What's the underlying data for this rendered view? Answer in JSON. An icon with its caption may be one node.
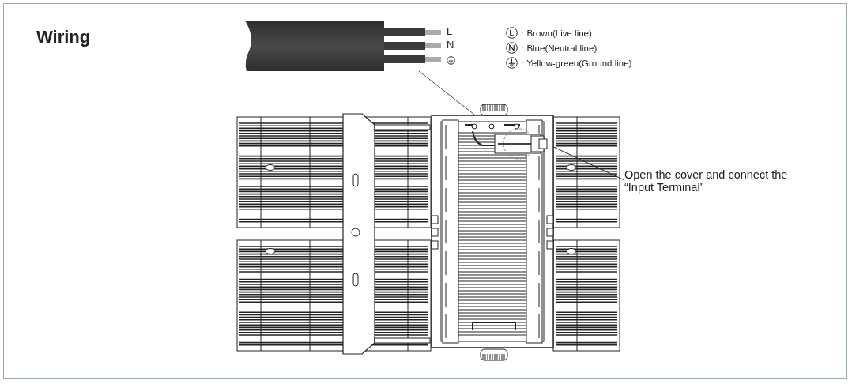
{
  "diagram": {
    "title": "Wiring",
    "nodes": [
      {
        "text": [],
        "shape": "picture"
      },
      {
        "text": [],
        "shape": "picture"
      },
      {
        "text": [],
        "shape": "box",
        "in": 1
      },
      {
        "text": [
          "Open the cover and connect the “Input Terminal”"
        ]
      }
    ],
    "edges": [
      {
        "from": 0,
        "to": 2,
        "arrow": "none"
      },
      {
        "from": 3,
        "to": 2,
        "arrow": "none"
      }
    ],
    "labels": [
      "L",
      "N"
    ],
    "legend": [
      {
        "text": ": Brown(Live line)"
      },
      {
        "text": ": Blue(Neutral line)"
      },
      {
        "text": ": Yellow-green(Ground line)"
      }
    ]
  }
}
